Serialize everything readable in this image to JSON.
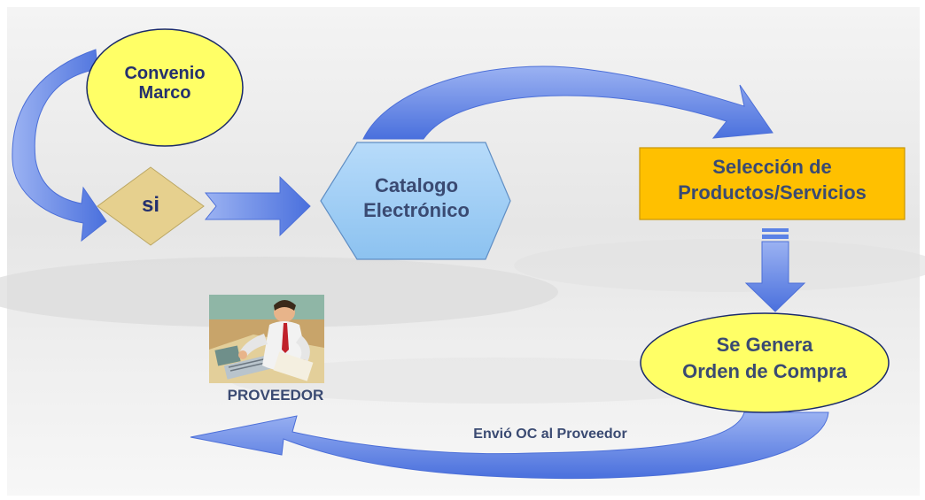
{
  "diagram": {
    "nodes": {
      "convenio_marco": {
        "line1": "Convenio",
        "line2": "Marco"
      },
      "si": {
        "label": "si"
      },
      "catalogo": {
        "line1": "Catalogo",
        "line2": "Electrónico"
      },
      "seleccion": {
        "line1": "Selección de",
        "line2": "Productos/Servicios"
      },
      "orden": {
        "line1": "Se Genera",
        "line2": "Orden de Compra"
      },
      "proveedor": {
        "label": "PROVEEDOR"
      }
    },
    "edges": {
      "envio": {
        "label": "Envió OC al Proveedor"
      }
    }
  },
  "colors": {
    "ellipse_fill": "#ffff66",
    "diamond_fill": "#e6d08e",
    "hexagon_fill": "#9fcdf5",
    "rect_fill": "#ffc000",
    "arrow_fill": "#5b82e6",
    "text": "#24306e"
  },
  "icons": {
    "proveedor_image": "businessman-clipart"
  }
}
